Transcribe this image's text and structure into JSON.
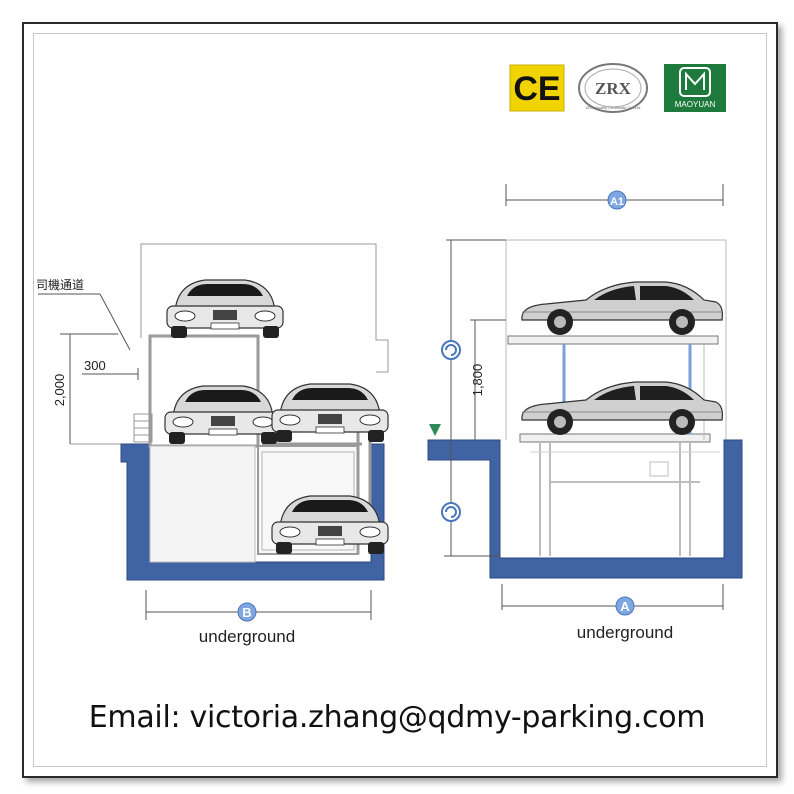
{
  "certifications": {
    "ce": "CE",
    "zrx": "ZRX",
    "zrx_ring": "ZRX Quality Certificate Co.,Ltd",
    "maoyuan": "MAOYUAN"
  },
  "left_diagram": {
    "driver_passage": "司機通道",
    "dim_height": "2,000",
    "dim_width": "300",
    "marker_b": "B",
    "label": "underground"
  },
  "right_diagram": {
    "marker_a_top": "A1",
    "marker_a_bottom": "A",
    "dim_height": "1,800",
    "label": "underground"
  },
  "colors": {
    "pit_blue": "#3f63a3",
    "pit_blue_dark": "#2c4a80",
    "structure_grey": "#9a9a9a",
    "column_blue": "#7aa0d8",
    "ce_yellow": "#f1d300",
    "maoyuan_green": "#1e7a3c"
  },
  "contact": {
    "email": "Email: victoria.zhang@qdmy-parking.com"
  }
}
